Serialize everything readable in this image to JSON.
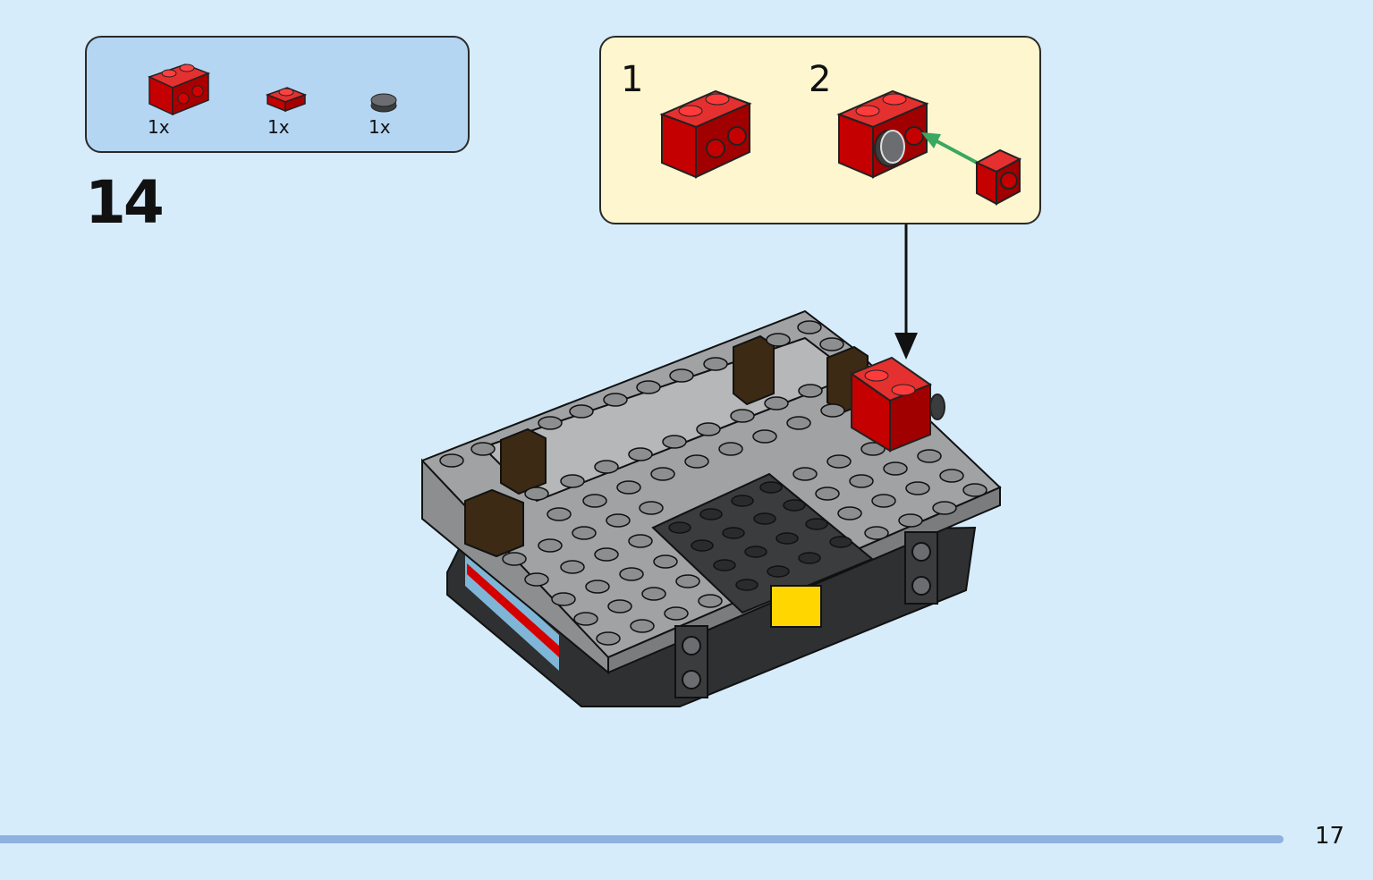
{
  "parts": [
    {
      "qty": "1x",
      "icon": "red-bracket-brick-icon"
    },
    {
      "qty": "1x",
      "icon": "red-plate-1x1-icon"
    },
    {
      "qty": "1x",
      "icon": "dark-gray-round-tile-icon"
    }
  ],
  "step": {
    "number": "14"
  },
  "callout": {
    "sub_steps": [
      {
        "label": "1"
      },
      {
        "label": "2"
      }
    ]
  },
  "page": {
    "number": "17"
  },
  "colors": {
    "background": "#d6ecfb",
    "parts_box": "#b4d6f3",
    "callout_box": "#fdf6cf",
    "lego_red": "#d40000",
    "lego_gray": "#a0a2a4",
    "dark_gray": "#3a3c3e",
    "dark_brown": "#3d2a14",
    "arrow_green": "#3aa860",
    "footer_bar": "#8fb1df"
  }
}
